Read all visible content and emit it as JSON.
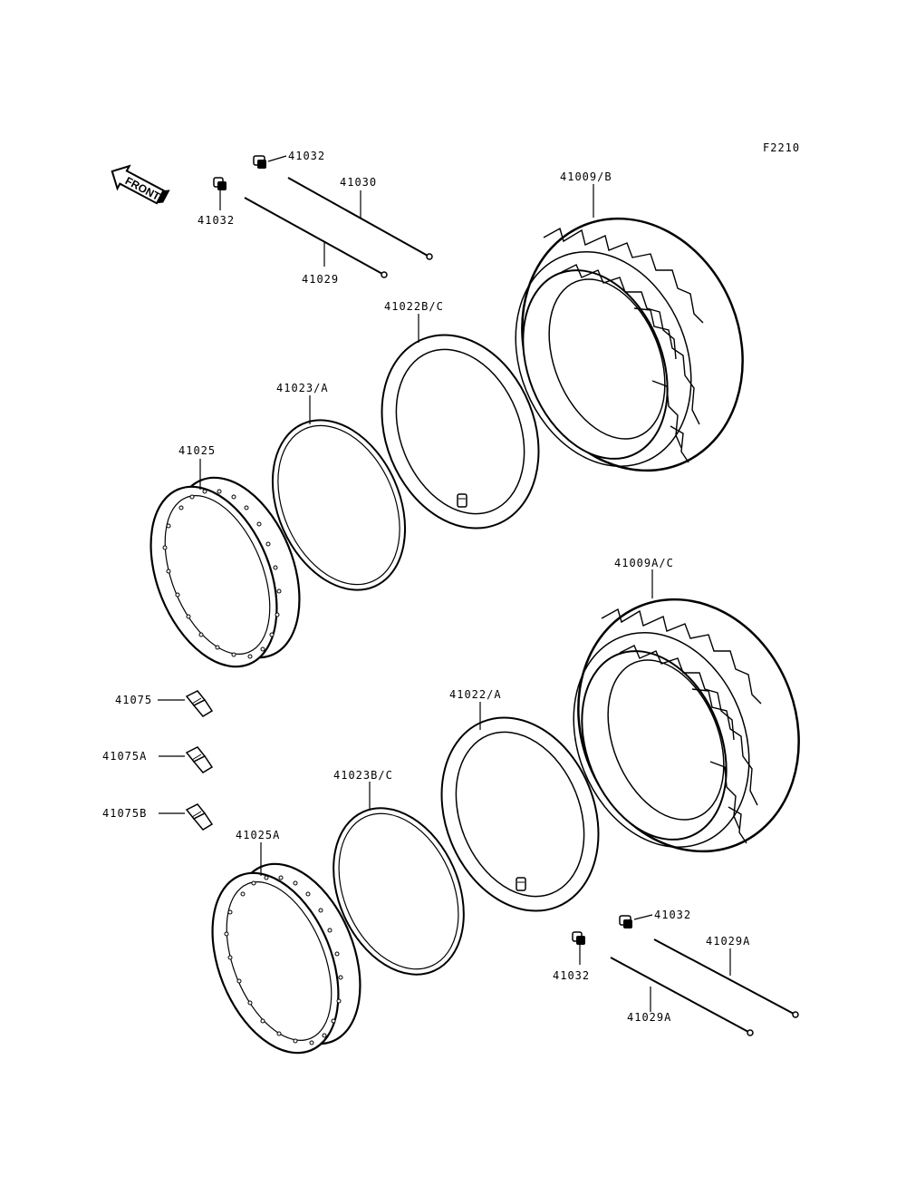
{
  "figure_code": "F2210",
  "front_label": "FRONT",
  "labels": {
    "41032_top": "41032",
    "41032_left": "41032",
    "41030": "41030",
    "41029": "41029",
    "41009B": "41009/B",
    "41022BC": "41022B/C",
    "41023A": "41023/A",
    "41025": "41025",
    "41009AC": "41009A/C",
    "41075": "41075",
    "41075A": "41075A",
    "41075B": "41075B",
    "41022A": "41022/A",
    "41023BC": "41023B/C",
    "41025A": "41025A",
    "41032_br": "41032",
    "41032_bl": "41032",
    "41029A_r": "41029A",
    "41029A_l": "41029A"
  }
}
